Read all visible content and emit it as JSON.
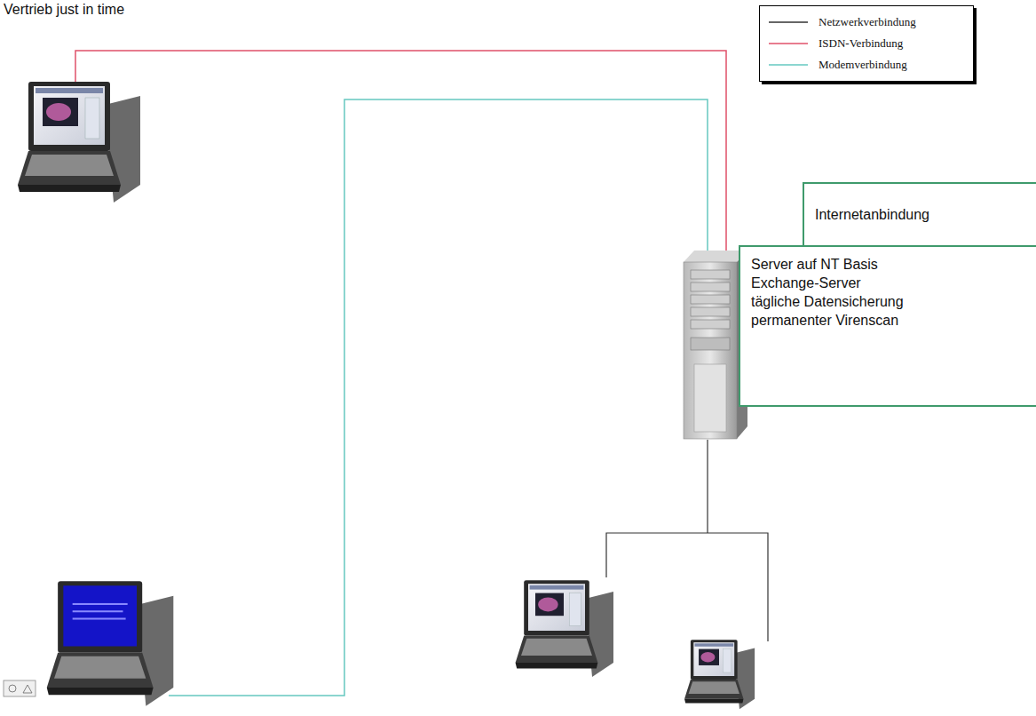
{
  "diagram": {
    "title": "Vertrieb just in time",
    "nodes": [
      {
        "text": [
          "Internetanbindung"
        ]
      },
      {
        "text": [
          "Server auf NT Basis",
          "Exchange-Server",
          "tägliche Datensicherung",
          "permanenter Virenscan"
        ]
      }
    ],
    "legend": [
      {
        "text": "Netzwerkverbindung"
      },
      {
        "text": "ISDN-Verbindung"
      },
      {
        "text": "Modemverbindung"
      }
    ]
  }
}
